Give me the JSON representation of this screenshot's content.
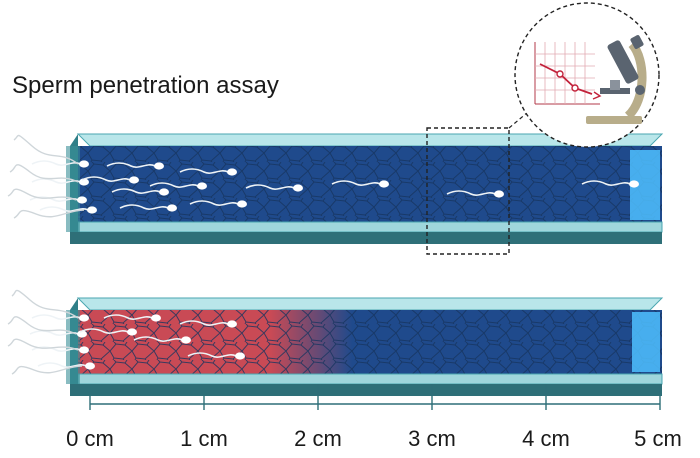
{
  "title": "Sperm penetration assay",
  "scale": [
    "0 cm",
    "1 cm",
    "2 cm",
    "3 cm",
    "4 cm",
    "5 cm"
  ],
  "colors": {
    "medium_blue": "#1f4a8c",
    "medium_red": "#c94a55",
    "tube_glass": "#9fd6dc",
    "tube_edge": "#4aa6b0",
    "plug": "#4fc0ff",
    "scale_line": "#2e6f78"
  },
  "icons": [
    "microscope-icon",
    "line-graph-icon",
    "sperm-icon"
  ]
}
